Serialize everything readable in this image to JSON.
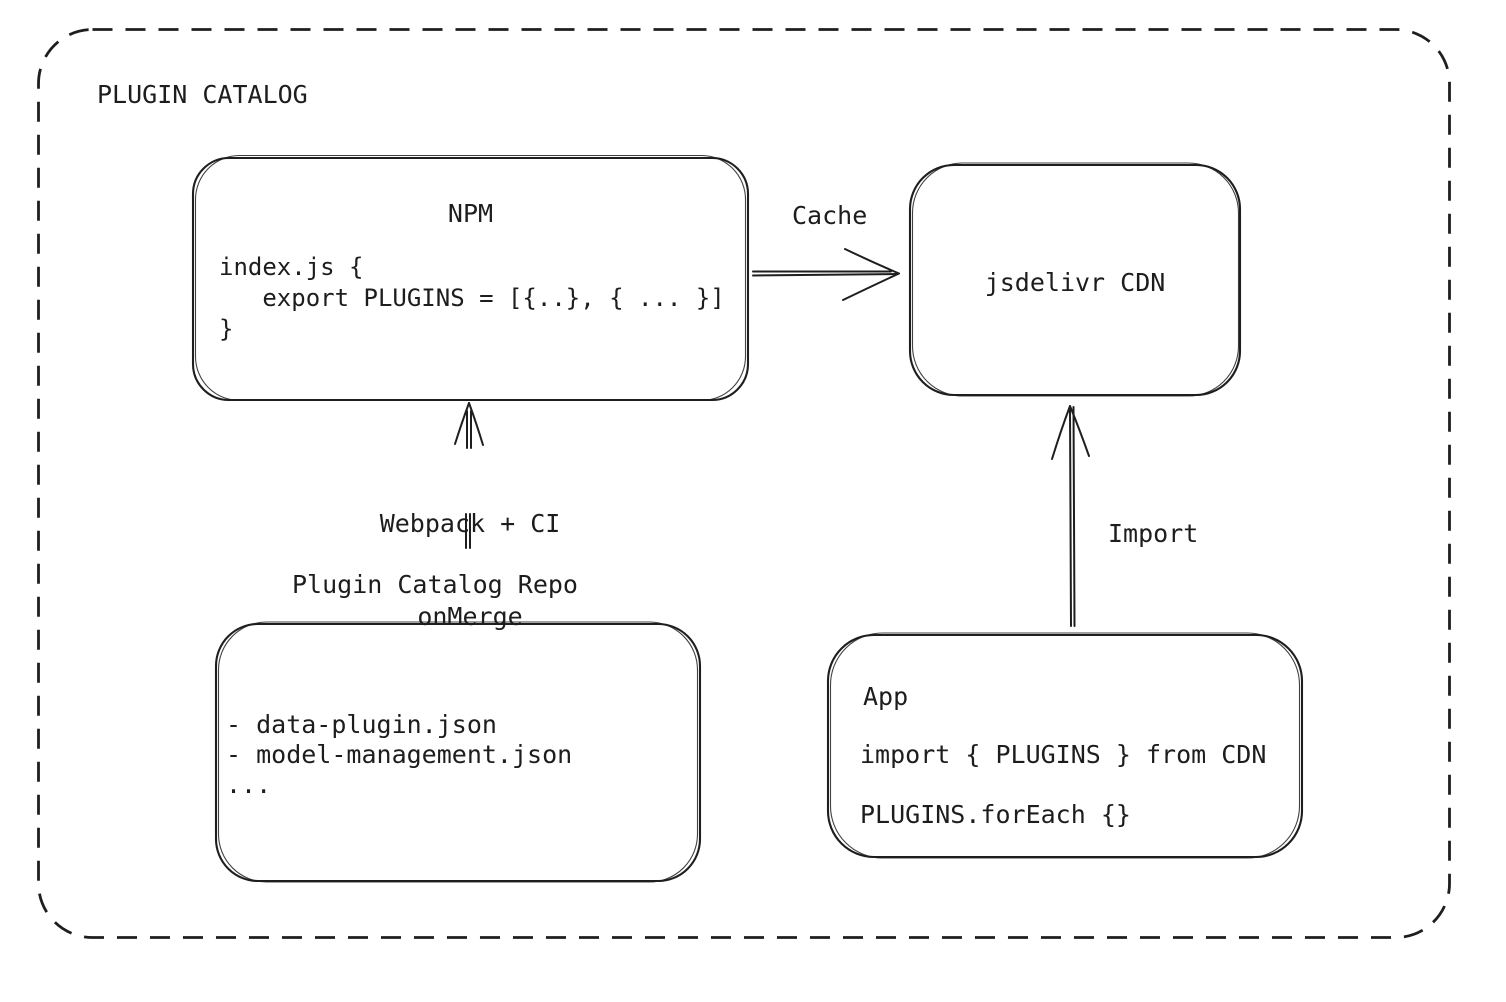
{
  "diagram": {
    "title": "PLUGIN CATALOG",
    "stroke_color": "#1e1e1e",
    "background_color": "#ffffff",
    "nodes": {
      "npm": {
        "title": "NPM",
        "code_lines": [
          "index.js {",
          "   export PLUGINS = [{..}, { ... }]",
          "}"
        ]
      },
      "cdn": {
        "label": "jsdelivr CDN"
      },
      "repo": {
        "label": "Plugin Catalog Repo",
        "files": [
          "- data-plugin.json",
          "- model-management.json",
          "..."
        ]
      },
      "app": {
        "title": "App",
        "import_line": "import { PLUGINS } from CDN",
        "foreach_line": "PLUGINS.forEach {}"
      }
    },
    "arrows": {
      "cache": {
        "label": "Cache",
        "from": "NPM",
        "to": "jsdelivr CDN"
      },
      "build": {
        "label_line1": "Webpack + CI",
        "label_line2": "onMerge",
        "from": "Plugin Catalog Repo",
        "to": "NPM"
      },
      "import": {
        "label": "Import",
        "from": "App",
        "to": "jsdelivr CDN"
      }
    }
  }
}
